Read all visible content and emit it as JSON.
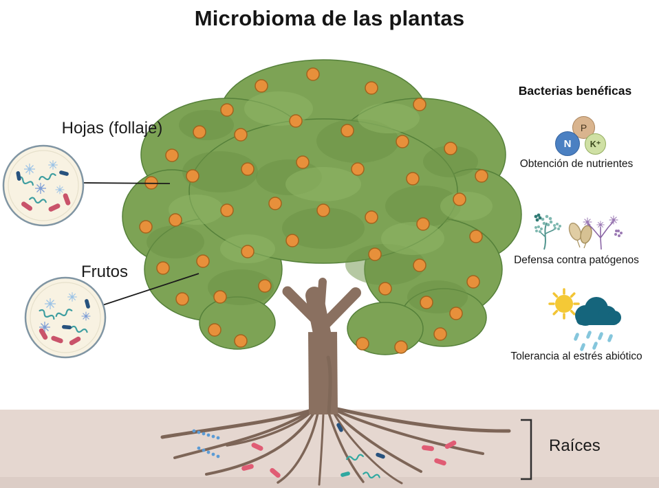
{
  "title": "Microbioma de las plantas",
  "diagram_labels": {
    "hojas": "Hojas (follaje)",
    "frutos": "Frutos",
    "raices": "Raíces"
  },
  "legend": {
    "header": "Bacterias benéficas",
    "items": [
      {
        "id": "nutrientes",
        "label": "Obtención de nutrientes"
      },
      {
        "id": "patogenos",
        "label": "Defensa contra patógenos"
      },
      {
        "id": "abiotico",
        "label": "Tolerancia al estrés abiótico"
      }
    ],
    "npk": {
      "n": "N",
      "p": "P",
      "k": "K⁺"
    }
  },
  "icons": [
    "petri-dish-icon",
    "npk-nutrient-circles-icon",
    "fungal-pathogen-icon",
    "sun-icon",
    "rain-cloud-icon",
    "roots-bracket-icon"
  ],
  "colors": {
    "canopy_green": "#7da355",
    "canopy_shadow": "#6b9246",
    "fruit_orange": "#e7903b",
    "trunk_brown": "#8a7060",
    "soil_pink": "#e5d7d0",
    "n_circle_blue": "#4b80c2",
    "p_circle_tan": "#d9b48e",
    "k_circle_green": "#cfe0a4",
    "cloud_teal": "#15657c",
    "sun_yellow": "#f4c936",
    "bacteria_pink": "#e05c74",
    "bacteria_teal": "#2fa8a0",
    "bacteria_navy": "#27527e",
    "bacteria_blue": "#5b9bd5"
  }
}
